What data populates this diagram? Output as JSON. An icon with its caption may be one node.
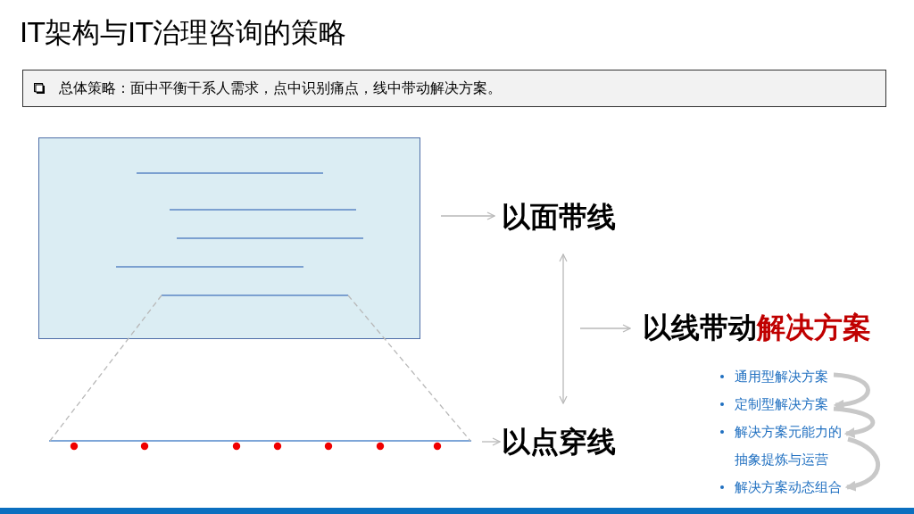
{
  "diagram": {
    "title": "IT架构与IT治理咨询的策略",
    "nodes": [
      {
        "text": [
          "总体策略：面中平衡干系人需求，点中识别痛点，线中带动解决方案。"
        ]
      },
      {
        "text": [],
        "shape": "box"
      },
      {
        "text": [
          "以面带线"
        ]
      },
      {
        "text": [
          "以线带动",
          "解决方案"
        ]
      },
      {
        "text": [],
        "shape": "line"
      },
      {
        "text": [
          "以点穿线"
        ]
      },
      {
        "text": [
          "通用型解决方案"
        ]
      },
      {
        "text": [
          "定制型解决方案"
        ]
      },
      {
        "text": [
          "解决方案元能力的抽象提炼与运营"
        ]
      },
      {
        "text": [
          "解决方案动态组合"
        ]
      }
    ],
    "edges": [
      {
        "from": 1,
        "to": 2,
        "arrow": "to"
      },
      {
        "from": 2,
        "to": 5,
        "arrow": "both"
      },
      {
        "from": null,
        "to": 3,
        "arrow": "to"
      },
      {
        "from": 4,
        "to": 5,
        "arrow": "to"
      },
      {
        "from": 1,
        "to": 4,
        "arrow": "none",
        "style": "dashed"
      },
      {
        "from": 1,
        "to": 4,
        "arrow": "none",
        "style": "dashed"
      },
      {
        "from": 6,
        "to": 7,
        "arrow": "to",
        "style": "thick"
      },
      {
        "from": 7,
        "to": 8,
        "arrow": "to",
        "style": "thick"
      },
      {
        "from": 8,
        "to": 9,
        "arrow": "to",
        "style": "thick"
      }
    ]
  }
}
